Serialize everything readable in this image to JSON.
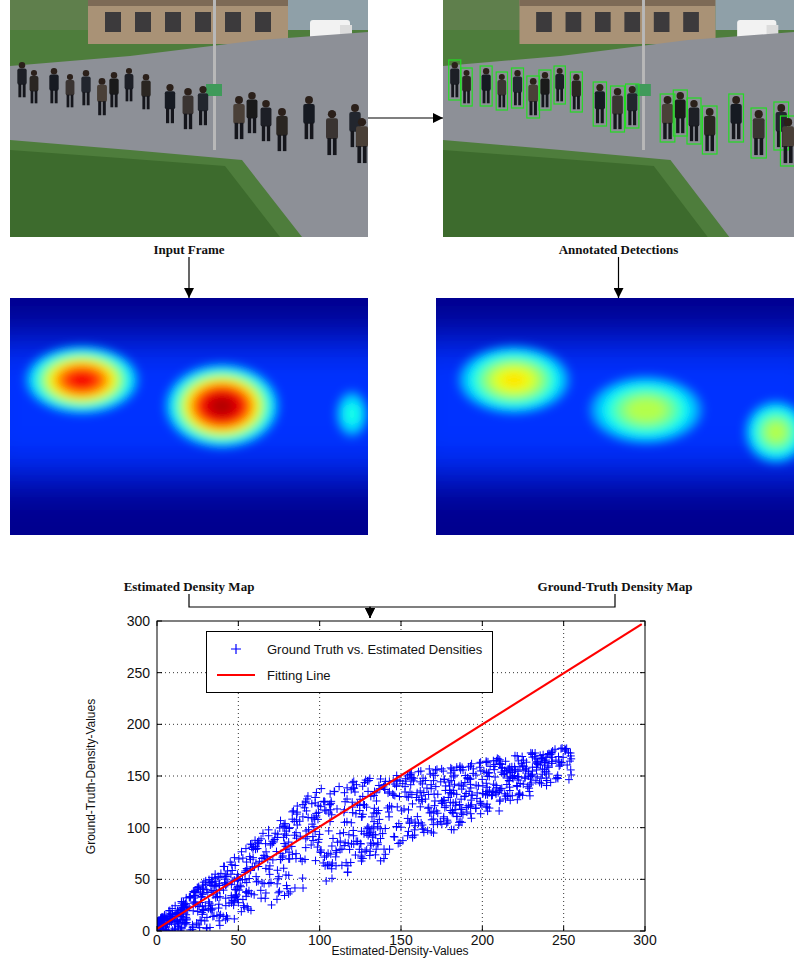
{
  "diagram": {
    "nodes": [
      {
        "text": [
          "Input Frame"
        ]
      },
      {
        "text": [
          "Annotated Detections"
        ]
      },
      {
        "text": [
          "Estimated Density Map"
        ]
      },
      {
        "text": [
          "Ground-Truth Density Map"
        ]
      },
      {
        "text": [
          "Ground-Truth-Density-Values",
          "Estimated-Density-Values"
        ]
      }
    ],
    "edges": [
      {
        "from": 0,
        "to": 1,
        "arrow": "to"
      },
      {
        "from": 0,
        "to": 2,
        "arrow": "to"
      },
      {
        "from": 1,
        "to": 3,
        "arrow": "to"
      },
      {
        "from": 2,
        "to": 4,
        "arrow": "to"
      },
      {
        "from": 3,
        "to": 4,
        "arrow": "to"
      }
    ],
    "labels": [
      "300",
      "250",
      "200",
      "150",
      "100",
      "50",
      "0",
      "0",
      "50",
      "100",
      "150",
      "200",
      "250",
      "300"
    ],
    "legend": [
      {
        "text": "Ground Truth vs. Estimated Densities"
      },
      {
        "text": "Fitting Line"
      }
    ]
  }
}
